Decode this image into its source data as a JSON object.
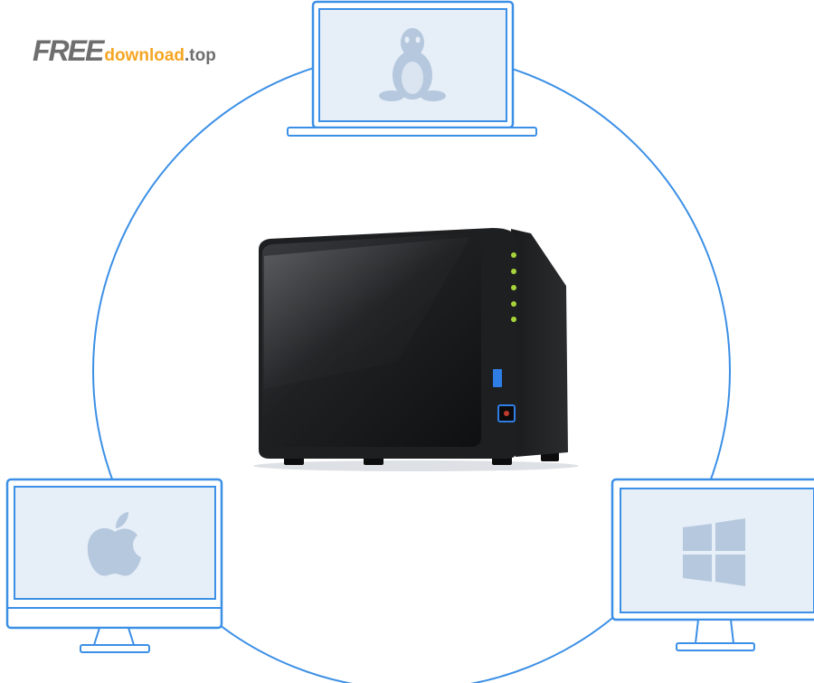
{
  "logo": {
    "part1": "FREE",
    "part2": "download",
    "part3": ".top"
  },
  "nodes": {
    "top": {
      "device": "laptop",
      "icon": "linux-tux-icon"
    },
    "left": {
      "device": "imac",
      "icon": "apple-icon"
    },
    "right": {
      "device": "monitor",
      "icon": "windows-icon"
    },
    "center": {
      "device": "nas",
      "icon": "nas-icon"
    }
  },
  "colors": {
    "ring": "#3b8fe6",
    "device_outline": "#3b8fe6",
    "screen_fill": "#e6eef8",
    "icon_fill": "#b5c8dd",
    "nas_body": "#1d1f21",
    "nas_led": "#a8d63a",
    "nas_port": "#2f7ee6",
    "logo_gray": "#6e6e6e",
    "logo_orange": "#f5a623"
  }
}
